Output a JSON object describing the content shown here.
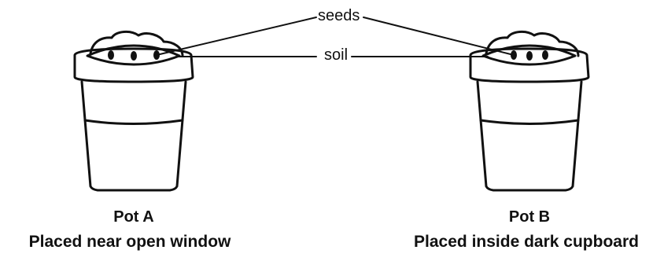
{
  "callouts": {
    "seeds": "seeds",
    "soil": "soil"
  },
  "pots": [
    {
      "name": "Pot A",
      "placement": "Placed near open window"
    },
    {
      "name": "Pot B",
      "placement": "Placed inside dark cupboard"
    }
  ],
  "colors": {
    "ink": "#111111",
    "paper": "#ffffff"
  }
}
